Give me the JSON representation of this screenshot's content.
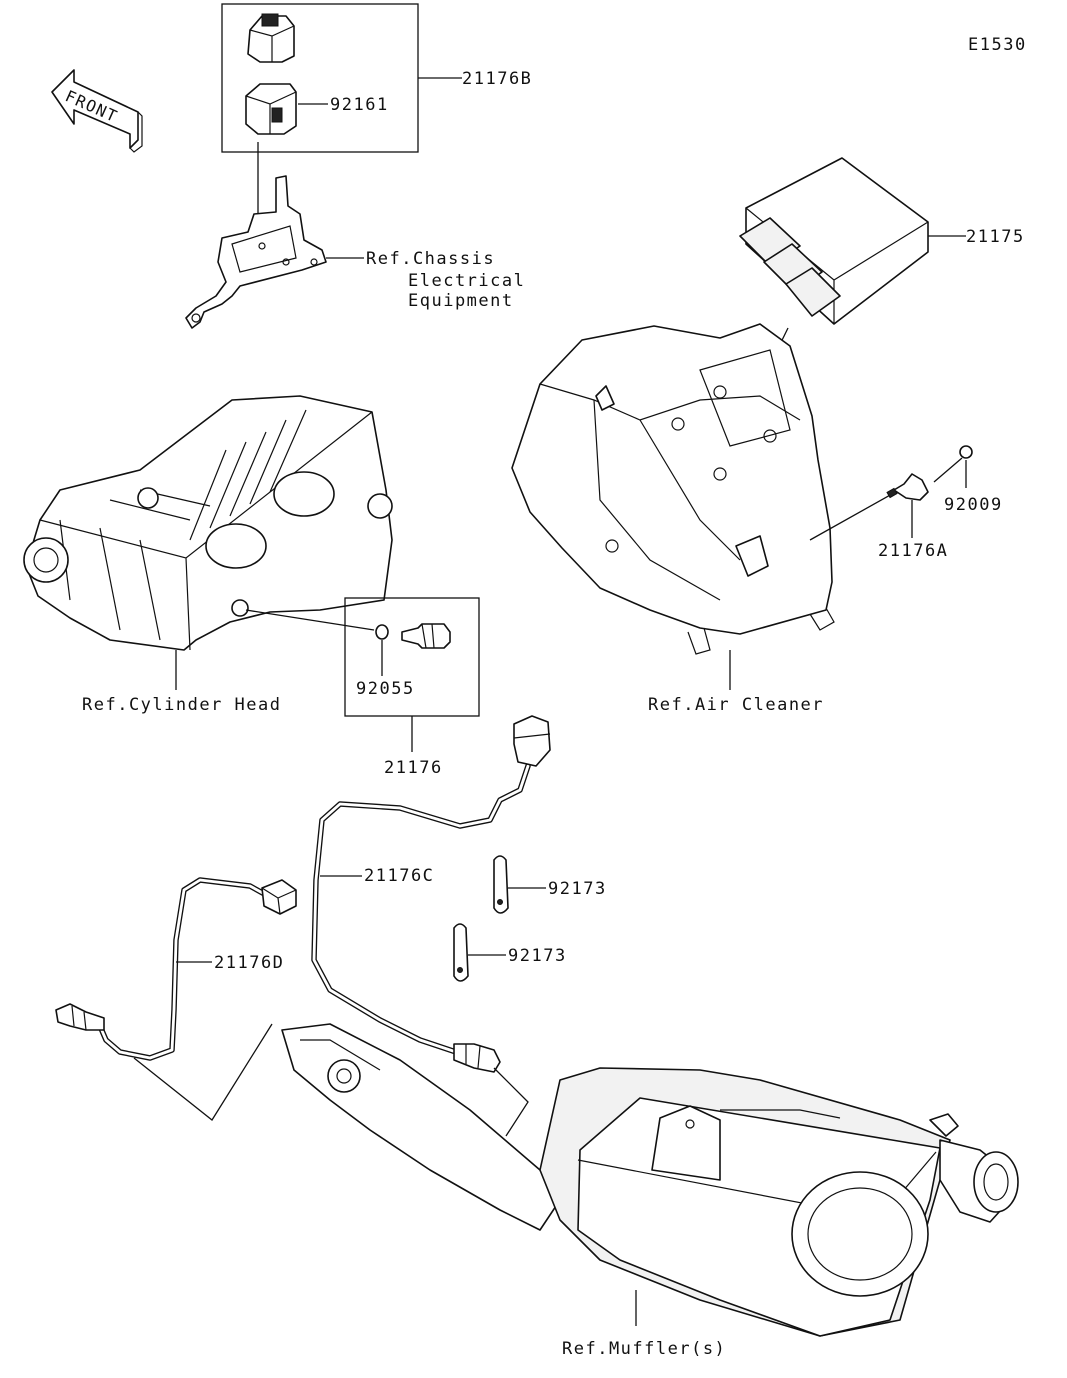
{
  "diagram_code": "E1530",
  "front_arrow_text": "FRONT",
  "labels": {
    "p21176B": "21176B",
    "p92161": "92161",
    "chassis_ref_1": "Ref.Chassis",
    "chassis_ref_2": "Electrical",
    "chassis_ref_3": "Equipment",
    "p21175": "21175",
    "p92009": "92009",
    "p21176A": "21176A",
    "air_cleaner_ref": "Ref.Air Cleaner",
    "cylinder_head_ref": "Ref.Cylinder Head",
    "p92055": "92055",
    "p21176": "21176",
    "p21176C": "21176C",
    "p92173_a": "92173",
    "p92173_b": "92173",
    "p21176D": "21176D",
    "muffler_ref": "Ref.Muffler(s)"
  }
}
